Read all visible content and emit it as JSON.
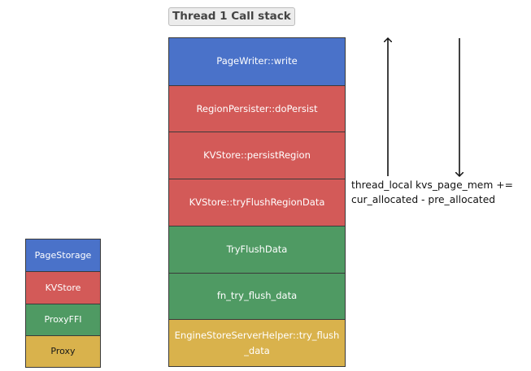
{
  "title": "Thread 1 Call stack",
  "stack_frames": [
    {
      "label": "PageWriter::write",
      "color": "#4a72c9"
    },
    {
      "label": "RegionPersister::doPersist",
      "color": "#d35a58"
    },
    {
      "label": "KVStore::persistRegion",
      "color": "#d35a58"
    },
    {
      "label": "KVStore::tryFlushRegionData",
      "color": "#d35a58"
    },
    {
      "label": "TryFlushData",
      "color": "#4f9a63"
    },
    {
      "label": "fn_try_flush_data",
      "color": "#4f9a63"
    },
    {
      "label": "EngineStoreServerHelper::try_flush_data",
      "color": "#d9b24c"
    }
  ],
  "legend": [
    {
      "label": "PageStorage",
      "color": "#4a72c9"
    },
    {
      "label": "KVStore",
      "color": "#d35a58"
    },
    {
      "label": "ProxyFFI",
      "color": "#4f9a63"
    },
    {
      "label": "Proxy",
      "color": "#d9b24c",
      "text_color": "#1a1a1a"
    }
  ],
  "annotation": {
    "line1": "thread_local kvs_page_mem +=",
    "line2": "cur_allocated - pre_allocated"
  },
  "arrows": [
    {
      "name": "up-arrow",
      "direction": "up"
    },
    {
      "name": "down-arrow",
      "direction": "down"
    }
  ]
}
